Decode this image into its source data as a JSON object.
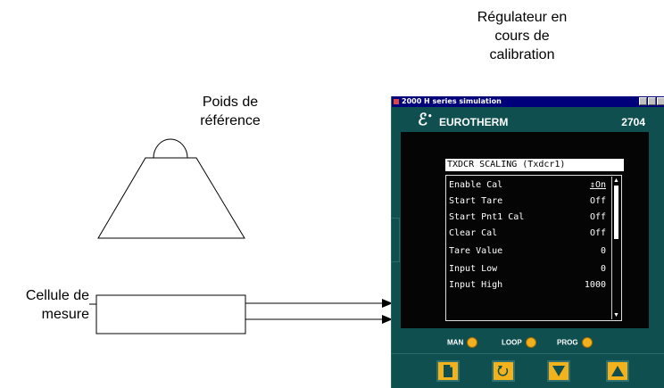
{
  "labels": {
    "regulateur": [
      "Régulateur en",
      "cours de",
      "calibration"
    ],
    "poids": [
      "Poids de",
      "référence"
    ],
    "cellule": [
      "Cellule de",
      "mesure"
    ]
  },
  "window": {
    "title": "2000 H series simulation",
    "brand": "EUROTHERM",
    "model": "2704",
    "logo_glyph": "ℰ"
  },
  "menu": {
    "title": "TXDCR SCALING (Txdcr1)",
    "rows": [
      {
        "label": "Enable Cal",
        "value": "⇕On"
      },
      {
        "label": "Start Tare",
        "value": "Off"
      },
      {
        "label": "Start Pnt1 Cal",
        "value": "Off"
      },
      {
        "label": "Clear Cal",
        "value": "Off"
      },
      {
        "label": "Tare Value",
        "value": "0"
      },
      {
        "label": "Input Low",
        "value": "0"
      },
      {
        "label": "Input High",
        "value": "1000"
      }
    ]
  },
  "leds": [
    {
      "label": "MAN"
    },
    {
      "label": "LOOP"
    },
    {
      "label": "PROG"
    }
  ],
  "buttons": [
    "page-icon",
    "scroll-icon",
    "down-arrow-icon",
    "up-arrow-icon"
  ],
  "colors": {
    "panel": "#0f4f4f",
    "button": "#f2b21c",
    "titlebar": "#00007b"
  }
}
